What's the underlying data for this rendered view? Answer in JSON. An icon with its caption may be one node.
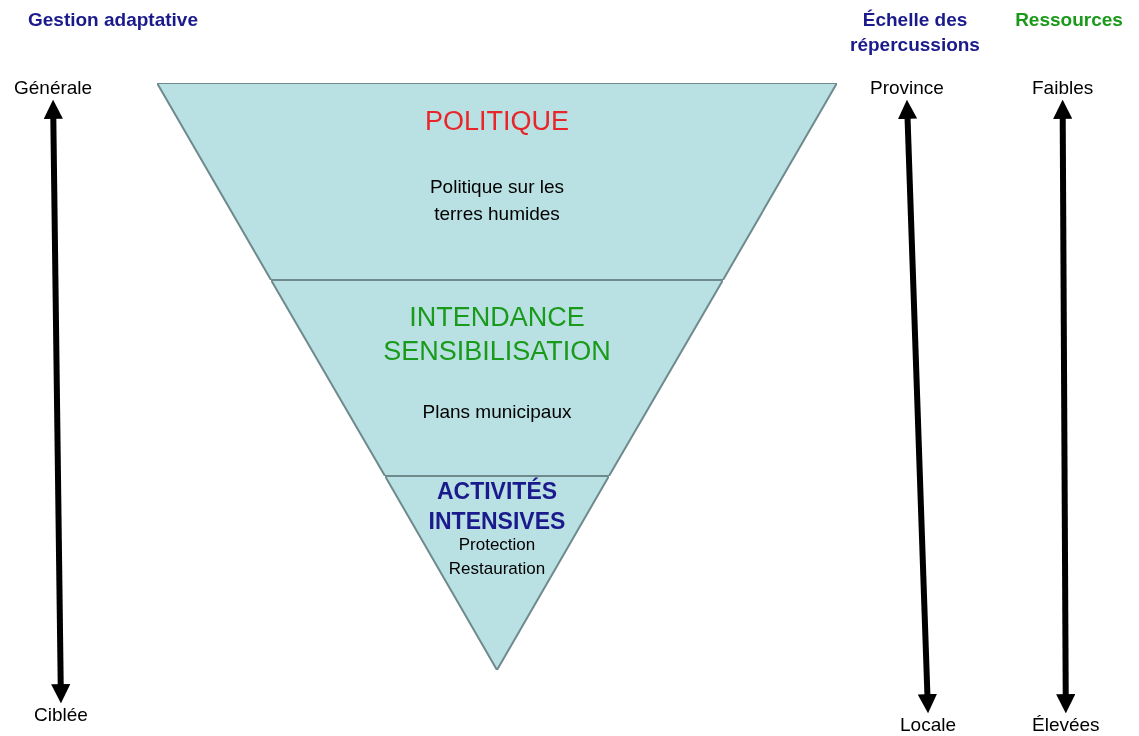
{
  "diagram": {
    "nodes": [
      {
        "text": [
          "POLITIQUE",
          "Politique sur les terres humides"
        ]
      },
      {
        "text": [
          "INTENDANCE SENSIBILISATION",
          "Plans municipaux"
        ]
      },
      {
        "text": [
          "ACTIVITÉS INTENSIVES",
          "Protection Restauration"
        ]
      },
      {
        "text": [
          "Générale"
        ]
      },
      {
        "text": [
          "Ciblée"
        ]
      },
      {
        "text": [
          "Province"
        ]
      },
      {
        "text": [
          "Locale"
        ]
      },
      {
        "text": [
          "Faibles"
        ]
      },
      {
        "text": [
          "Élevées"
        ]
      }
    ],
    "edges": [
      {
        "from": 3,
        "to": 4,
        "arrow": "both"
      },
      {
        "from": 5,
        "to": 6,
        "arrow": "both"
      },
      {
        "from": 7,
        "to": 8,
        "arrow": "both"
      }
    ],
    "labels": [
      "Gestion adaptative",
      "Échelle des répercussions",
      "Ressources"
    ]
  }
}
